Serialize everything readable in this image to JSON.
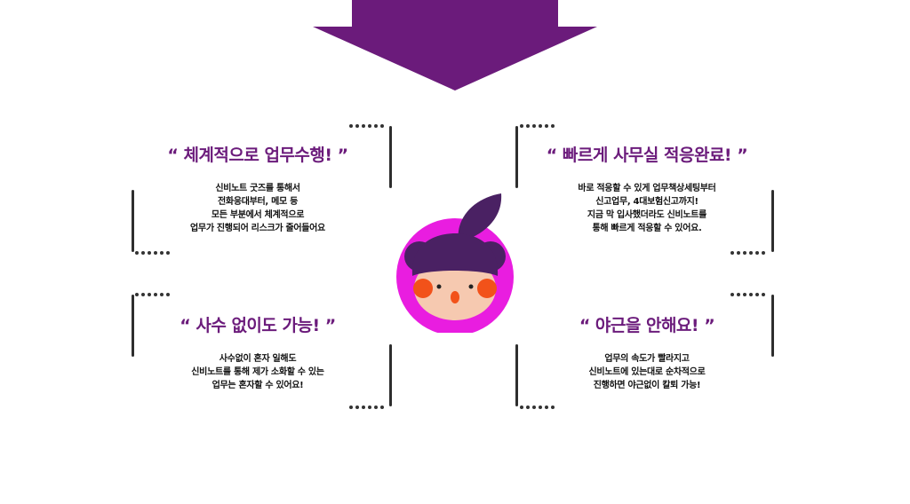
{
  "colors": {
    "arrow": "#6b1b7b",
    "title": "#6b1b7b",
    "mascot_ring": "#e91de0",
    "mascot_hair": "#4a2163",
    "mascot_face": "#f6c9b0",
    "mascot_cheek": "#f2521a"
  },
  "icons": {
    "arrow": "down-arrow-icon",
    "mascot": "mascot-face-icon"
  },
  "cards": [
    {
      "title": "“ 체계적으로 업무수행! ”",
      "lines": [
        "신비노트 굿즈를 통해서",
        "전화응대부터, 메모 등",
        "모든 부분에서 체계적으로",
        "업무가 진행되어 리스크가 줄어들어요"
      ]
    },
    {
      "title": "“ 빠르게 사무실 적응완료! ”",
      "lines": [
        "바로 적응할 수 있게 업무책상세팅부터",
        "신고업무, 4대보험신고까지!",
        "지금 막 입사했더라도 신비노트를",
        "통해 빠르게 적응할 수 있어요."
      ]
    },
    {
      "title": "“ 사수 없이도 가능! ”",
      "lines": [
        "사수없이 혼자 일해도",
        "신비노트를 통해 제가 소화할 수 있는",
        "업무는 혼자할 수 있어요!"
      ]
    },
    {
      "title": "“ 야근을 안해요! ”",
      "lines": [
        "업무의 속도가 빨라지고",
        "신비노트에 있는대로 순차적으로",
        "진행하면 야근없이 칼퇴 가능!"
      ]
    }
  ]
}
